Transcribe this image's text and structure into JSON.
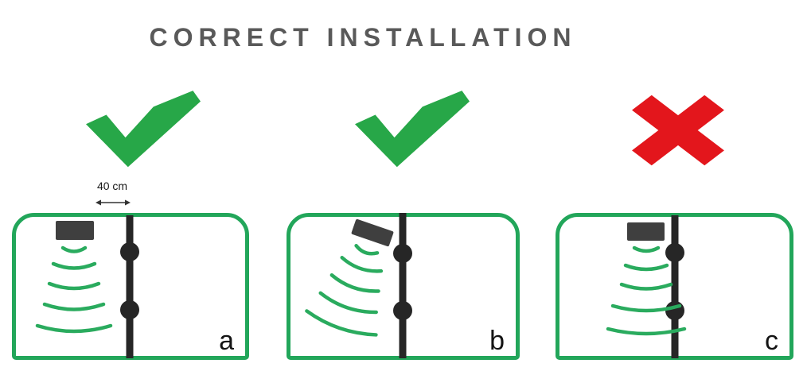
{
  "title": "CORRECT INSTALLATION",
  "theme": {
    "green_mark": "#27a748",
    "green_line": "#22a65a",
    "green_wave": "#2aab5e",
    "red_mark": "#e3161c",
    "title_color": "#595959",
    "sensor_color": "#3f3f3f",
    "wire_color": "#262626"
  },
  "distance": {
    "label": "40 cm"
  },
  "panels": [
    {
      "label": "a",
      "status": "correct"
    },
    {
      "label": "b",
      "status": "correct"
    },
    {
      "label": "c",
      "status": "incorrect"
    }
  ]
}
